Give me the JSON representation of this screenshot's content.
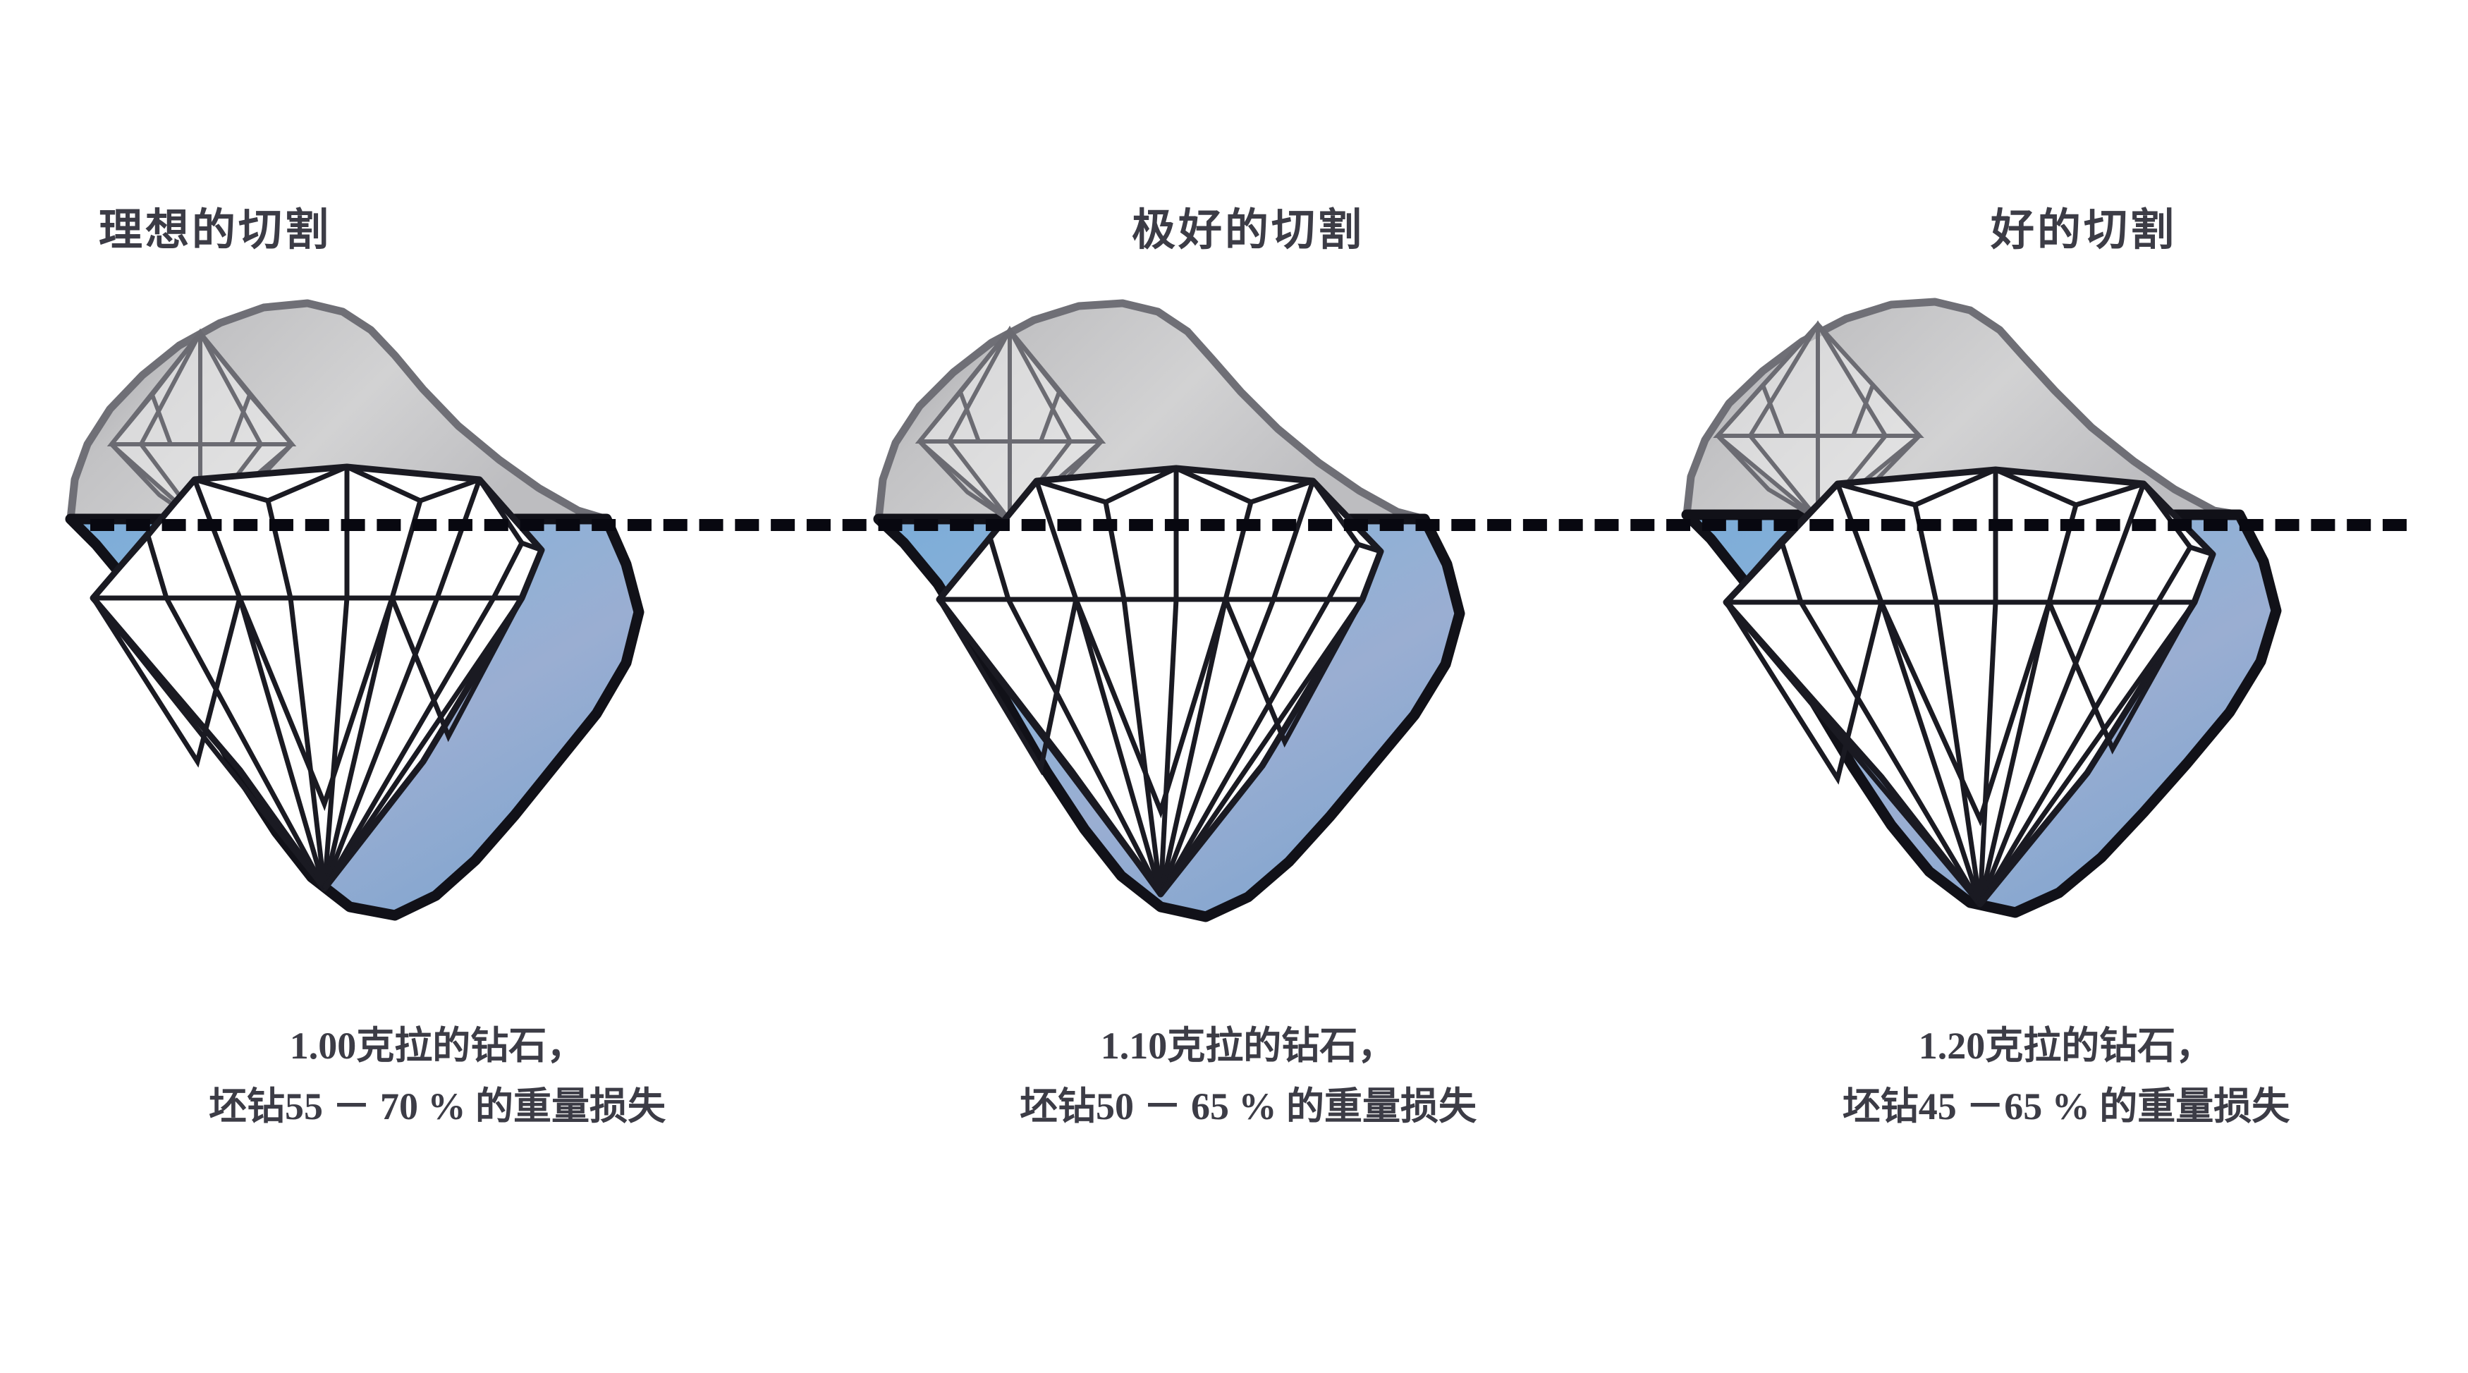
{
  "figure": {
    "type": "diagram",
    "subject": "diamond-cut-yield-comparison",
    "background_color": "#ffffff",
    "text_color": "#3c3c46",
    "rough_color": "#c9c9c9",
    "rough_shadow_color": "#8e8e93",
    "polished_blue_top": "#7fa8d4",
    "polished_blue_bottom": "#8fa7cf",
    "outline_color": "#111118",
    "girdle_line": {
      "name": "girdle-dashed-line",
      "style": "dashed",
      "color": "#080810"
    },
    "columns": [
      {
        "id": "ideal",
        "title": "理想的切割",
        "carat": "1.00",
        "loss_min": "55",
        "loss_max": "70",
        "caption_lines": [
          "1.00克拉的钻石，",
          "坯钻55 － 70 % 的重量损失"
        ]
      },
      {
        "id": "excellent",
        "title": "极好的切割",
        "carat": "1.10",
        "loss_min": "50",
        "loss_max": "65",
        "caption_lines": [
          "1.10克拉的钻石，",
          "坯钻50 － 65 % 的重量损失"
        ]
      },
      {
        "id": "good",
        "title": "好的切割",
        "carat": "1.20",
        "loss_min": "45",
        "loss_max": "65",
        "caption_lines": [
          "1.20克拉的钻石，",
          "坯钻45 －65 % 的重量损失"
        ]
      }
    ]
  }
}
